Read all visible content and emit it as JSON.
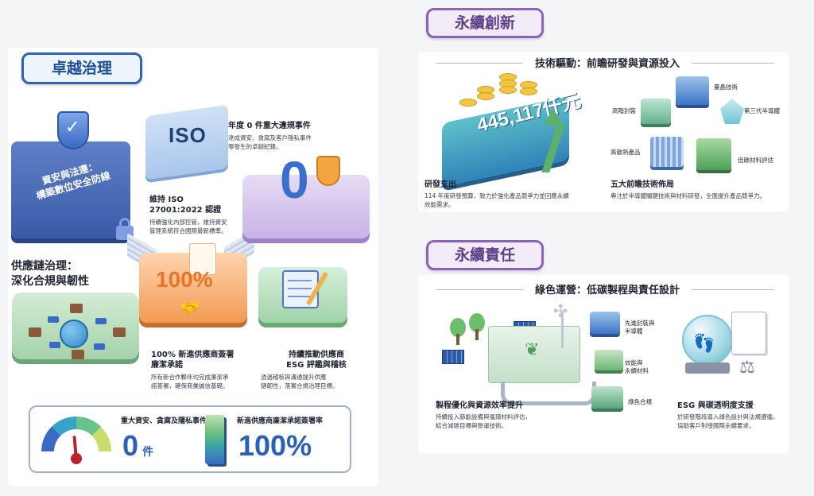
{
  "governance": {
    "tag": "卓越治理",
    "server_label": "資安與法遵：\n構築數位安全防線",
    "iso_logo": "ISO",
    "zero_icon": "0",
    "center_pct": "100%",
    "items": [
      {
        "title": "年度 0 件重大違規事件",
        "body": "達成資安、貪腐及客戶隱私事件\n零發生的卓越紀錄。"
      },
      {
        "title": "維持 ISO\n27001:2022 認證",
        "body": "持續強化內部控管，維持資安\n管理系統符合國際最新標準。"
      },
      {
        "title": "100% 新進供應商簽署\n廉潔承諾",
        "body": "所有新合作夥伴均完成廉潔承\n諾簽署，確保商業誠信基礎。"
      },
      {
        "title": "持續推動供應商\nESG 評鑑與稽核",
        "body": "透過稽核與溝通提升供應\n鏈韌性，落實合規治理目標。"
      }
    ],
    "supply_chain_title": "供應鏈治理：\n深化合規與韌性",
    "kpis": [
      {
        "label": "重大資安、貪腐及隱私事件",
        "value": "0",
        "unit": "件"
      },
      {
        "label": "新進供應商廉潔承諾簽署率",
        "value": "100%",
        "unit": ""
      }
    ]
  },
  "innovation": {
    "tag": "永續創新",
    "panel_title": "技術驅動：前瞻研發與資源投入",
    "rnd_figure": "445,117仟元",
    "left_title": "研發支出",
    "left_body": "114 年度研發預算，致力於強化產品競爭力並回應永續\n效能需求。",
    "right_title": "五大前瞻技術佈局",
    "right_body": "專注於半導體關鍵技術與材料研發，全面提升產品競爭力。",
    "tech_labels": [
      "高階封裝",
      "量晶技術",
      "第三代半導體",
      "高散熱產品",
      "低碳材料評估"
    ]
  },
  "responsibility": {
    "tag": "永續責任",
    "panel_title": "綠色運營：低碳製程與責任設計",
    "left_title": "製程優化與資源效率提升",
    "left_body": "持續投入節能設備與循環材料評估，\n結合減碳目標與營運技術。",
    "right_title": "ESG 與碳透明度支援",
    "right_body": "於研發階段導入綠色設計與法規遵循，\n協助客戶對接國際永續要求。",
    "tech_labels": [
      "先進封裝與\n半導體",
      "效能與\n永續材料",
      "綠色合規"
    ]
  },
  "colors": {
    "governance_accent": "#2e63b8",
    "innovation_accent": "#8a62b8",
    "kpi_number": "#2c5fb6"
  }
}
